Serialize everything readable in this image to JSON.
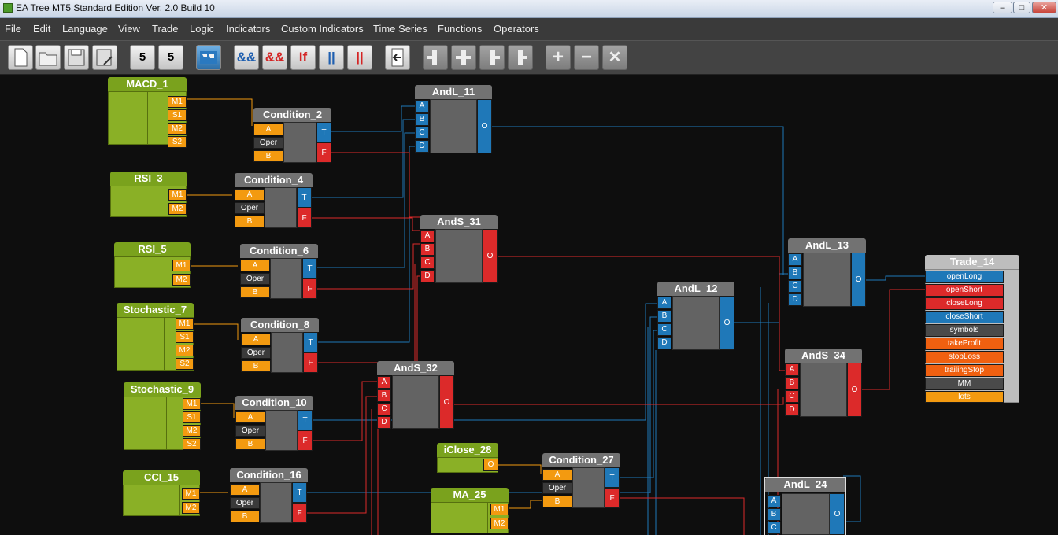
{
  "window": {
    "title": "EA Tree MT5 Standard Edition Ver. 2.0 Build 10"
  },
  "menu": [
    "File",
    "Edit",
    "Language",
    "View",
    "Trade",
    "Logic",
    "Indicators",
    "Custom Indicators",
    "Time Series",
    "Functions",
    "Operators"
  ],
  "toolbar": {
    "and": "&&",
    "and_red": "&&",
    "if": "If",
    "or": "||",
    "or_red": "||",
    "digit": "5",
    "add": "+",
    "remove": "−",
    "close": "✕"
  },
  "ports": {
    "m1": "M1",
    "m2": "M2",
    "s1": "S1",
    "s2": "S2",
    "a": "A",
    "b": "B",
    "c": "C",
    "d": "D",
    "t": "T",
    "f": "F",
    "o": "O",
    "oper": "Oper"
  },
  "nodes": {
    "macd_1": "MACD_1",
    "rsi_3": "RSI_3",
    "rsi_5": "RSI_5",
    "stochastic_7": "Stochastic_7",
    "stochastic_9": "Stochastic_9",
    "cci_15": "CCI_15",
    "condition_2": "Condition_2",
    "condition_4": "Condition_4",
    "condition_6": "Condition_6",
    "condition_8": "Condition_8",
    "condition_10": "Condition_10",
    "condition_16": "Condition_16",
    "condition_27": "Condition_27",
    "andl_11": "AndL_11",
    "ands_31": "AndS_31",
    "ands_32": "AndS_32",
    "andl_12": "AndL_12",
    "andl_13": "AndL_13",
    "ands_34": "AndS_34",
    "andl_24": "AndL_24",
    "iclose_28": "iClose_28",
    "ma_25": "MA_25",
    "trade_14": "Trade_14"
  },
  "trade_ports": [
    "openLong",
    "openShort",
    "closeLong",
    "closeShort",
    "symbols",
    "takeProfit",
    "stopLoss",
    "trailingStop",
    "MM",
    "lots"
  ],
  "colors": {
    "indicator": "#8ab026",
    "input_port": "#f39a10",
    "true_port": "#1f78b8",
    "false_port": "#dc2a2a",
    "canvas": "#0e0e0e"
  }
}
